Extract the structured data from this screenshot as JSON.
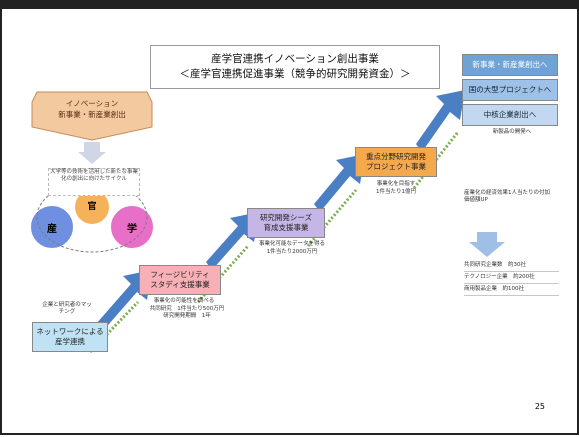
{
  "title": {
    "line1": "産学官連携イノベーション創出事業",
    "line2": "＜産学官連携促進事業（競争的研究開発資金）＞"
  },
  "innovation_label": {
    "line1": "イノベーション",
    "line2": "新事業・新産業創出"
  },
  "cycle": {
    "description": "大学等の技術を活用した新たな事業化の創出に向けたサイクル",
    "top": "官",
    "left": "産",
    "right": "学"
  },
  "network": {
    "caption": "企業と研究者のマッチング",
    "line1": "ネットワークによる",
    "line2": "産学連携"
  },
  "feasibility": {
    "line1": "フィージビリティ",
    "line2": "スタディ支援事業",
    "caption": "事業化の可能性を調べる",
    "detail1": "共同研究　1件当たり500万円",
    "detail2": "研究開発期間　1年"
  },
  "seeds": {
    "line1": "研究開発シーズ",
    "line2": "育成支援事業",
    "caption": "事業化可能なデータを得る",
    "detail": "1件当たり2000万円"
  },
  "key_tech": {
    "line1": "重点分野研究開発",
    "line2": "プロジェクト事業",
    "caption": "事業化を目指す",
    "detail": "1件当たり1億円"
  },
  "outcomes": {
    "items": [
      "新事業・新産業創出へ",
      "国の大型プロジェクトへ",
      "中核企業創出へ"
    ],
    "caption": "新製品の開発へ"
  },
  "stats": {
    "header": "産業化の経済効果1人当たりの付加価値額UP",
    "items": [
      "共同研究企業数　約30社",
      "テクノロジー企業　約200社",
      "商用製品企業　約100社"
    ]
  },
  "page_number": "25",
  "colors": {
    "arrow": "#4a7fc4",
    "dotted": "#7ab04a"
  }
}
